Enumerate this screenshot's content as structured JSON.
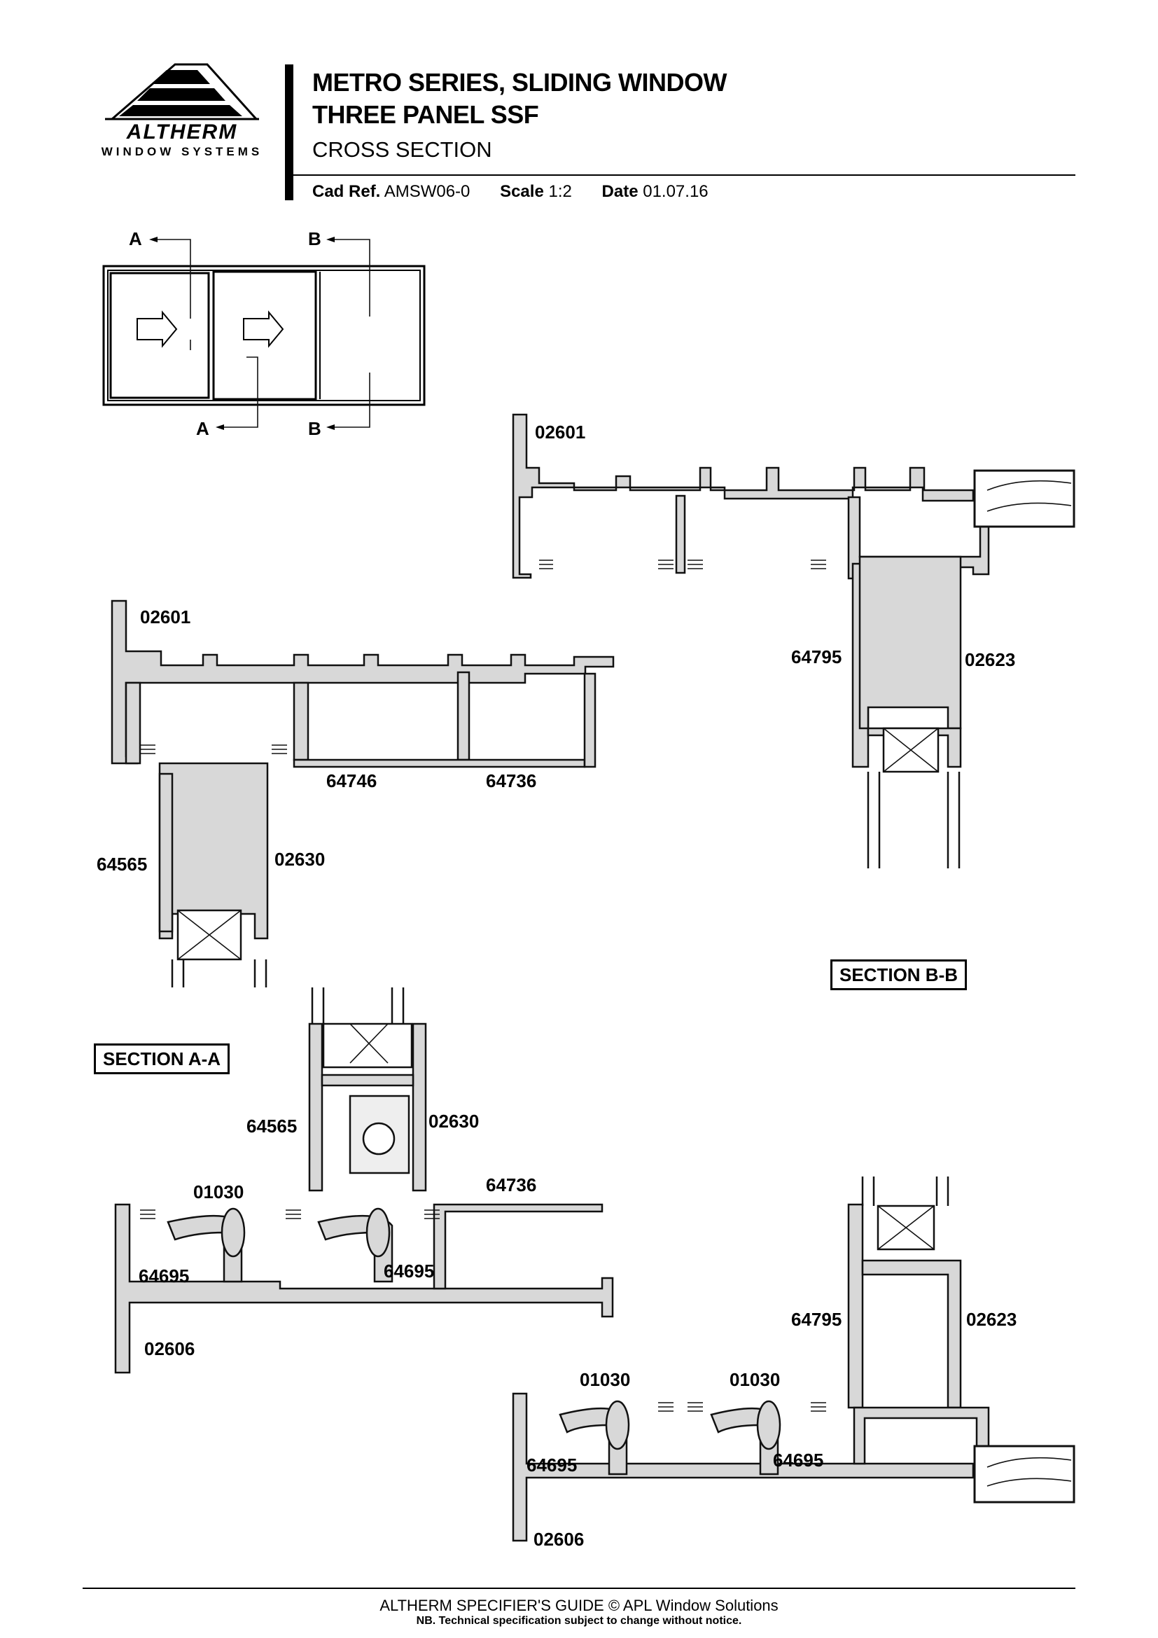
{
  "header": {
    "brand_name": "ALTHERM",
    "brand_tagline": "WINDOW SYSTEMS",
    "title_line1": "METRO SERIES, SLIDING WINDOW",
    "title_line2": "THREE PANEL SSF",
    "subtitle": "CROSS SECTION",
    "cad_ref_label": "Cad Ref.",
    "cad_ref_value": "AMSW06-0",
    "scale_label": "Scale",
    "scale_value": "1:2",
    "date_label": "Date",
    "date_value": "01.07.16"
  },
  "key_plan": {
    "marker_a": "A",
    "marker_b": "B"
  },
  "sections": {
    "a_a": "SECTION A-A",
    "b_b": "SECTION B-B"
  },
  "part_labels": {
    "bb_top_frame": "02601",
    "bb_top_interlock": "64795",
    "bb_top_sash": "02623",
    "aa_top_frame": "02601",
    "aa_top_adaptor": "64746",
    "aa_top_adaptor2": "64736",
    "aa_top_interlock": "64565",
    "aa_top_sash": "02630",
    "aa_mid_interlock": "64565",
    "aa_mid_sash": "02630",
    "aa_mid_adaptor": "64736",
    "aa_mid_roller": "01030",
    "aa_mid_track_l": "64695",
    "aa_mid_track_r": "64695",
    "aa_mid_sill": "02606",
    "bb_bot_interlock": "64795",
    "bb_bot_sash": "02623",
    "bb_bot_roller_l": "01030",
    "bb_bot_roller_r": "01030",
    "bb_bot_track_l": "64695",
    "bb_bot_track_r": "64695",
    "bb_bot_sill": "02606"
  },
  "footer": {
    "line1": "ALTHERM SPECIFIER'S GUIDE  © APL Window Solutions",
    "line2": "NB. Technical specification subject to change without notice."
  }
}
